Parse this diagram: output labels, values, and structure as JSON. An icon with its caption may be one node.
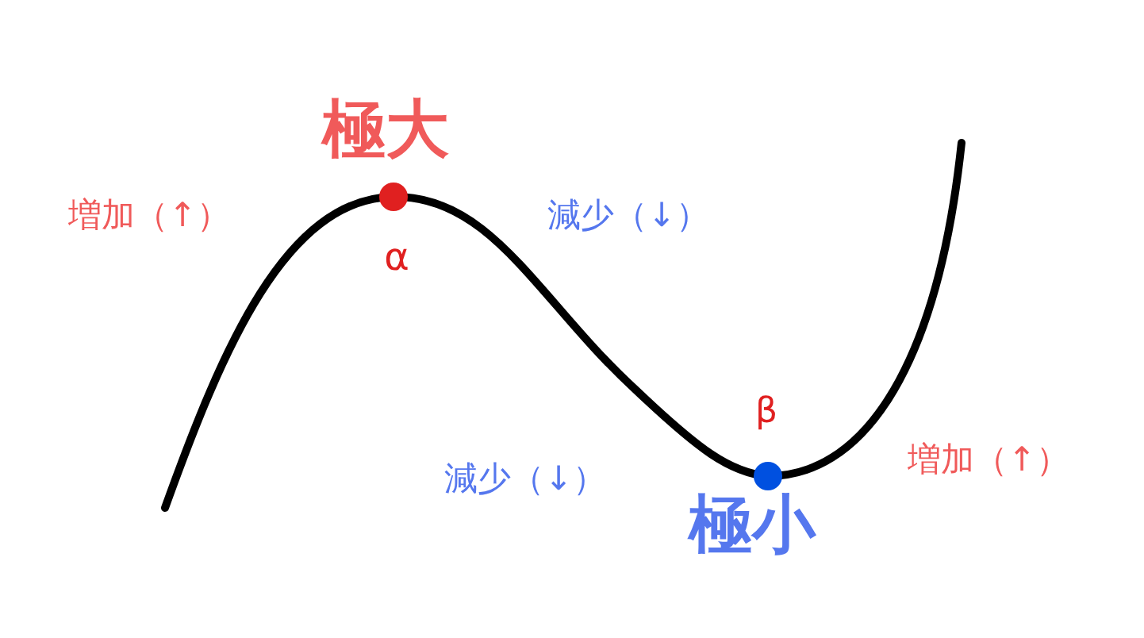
{
  "diagram": {
    "labels": [
      "極大",
      "増加（↑）",
      "減少（↓）",
      "α",
      "β",
      "減少（↓）",
      "極小",
      "増加（↑）"
    ]
  }
}
